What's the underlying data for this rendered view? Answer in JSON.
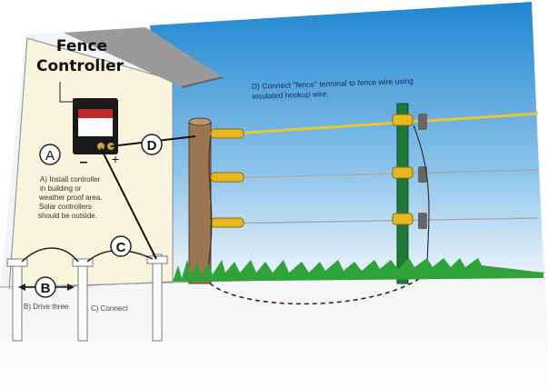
{
  "diagram": {
    "title_line1": "Fence",
    "title_line2": "Controller",
    "step_a": {
      "badge": "A",
      "text": [
        "A) Install controller",
        "in building or",
        "weather proof area.",
        "Solar controllers",
        "should be outside."
      ]
    },
    "step_b": {
      "badge": "B",
      "text": "B) Drive three"
    },
    "step_c": {
      "badge": "C",
      "text": "C) Connect"
    },
    "step_d": {
      "badge": "D",
      "text": [
        "D) Connect \"fence\" terminal to fence wire using",
        "insulated hookup wire."
      ]
    },
    "terminal_minus": "–",
    "terminal_plus": "+",
    "colors": {
      "sky_top": "#1f86d0",
      "sky_bottom": "#e8f2fa",
      "wall": "#f8f4dd",
      "grass": "#2fa33a",
      "insulator": "#e8b820",
      "post": "#1f7a3a"
    }
  }
}
